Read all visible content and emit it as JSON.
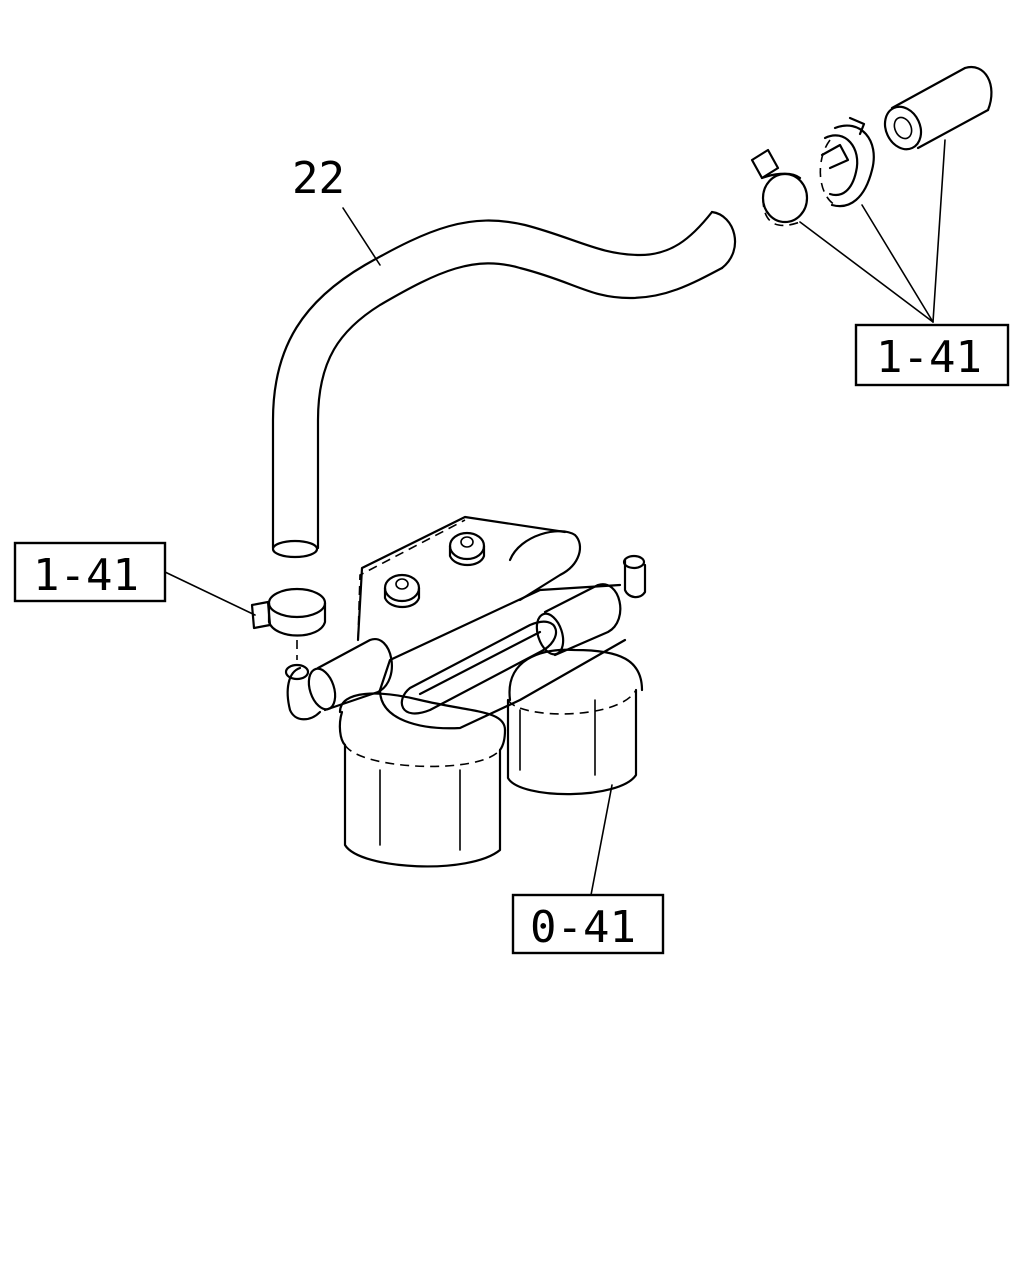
{
  "callouts": {
    "hose_number": "22",
    "clip_set_right": "1-41",
    "clip_set_left": "1-41",
    "filter_assembly": "0-41"
  }
}
